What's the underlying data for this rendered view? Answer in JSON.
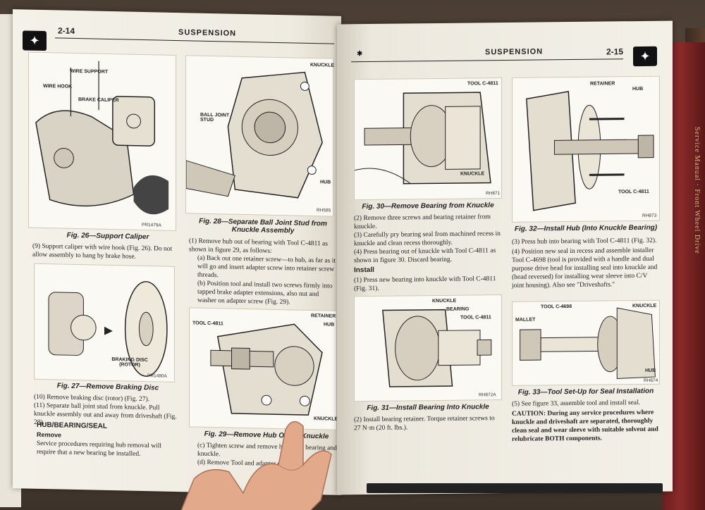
{
  "left_page": {
    "page_number": "2-14",
    "section": "SUSPENSION",
    "fig26": {
      "caption": "Fig. 26—Support Caliper",
      "labels": [
        "WIRE SUPPORT",
        "BRAKE CALIPER",
        "WIRE HOOK"
      ],
      "code": "PR1479A"
    },
    "para9": "(9) Support caliper with wire hook (Fig. 26). Do not allow assembly to hang by brake hose.",
    "fig27": {
      "caption": "Fig. 27—Remove Braking Disc",
      "labels": [
        "BRAKING DISC (ROTOR)"
      ],
      "code": "PR1480A"
    },
    "para10": "(10) Remove braking disc (rotor) (Fig. 27).",
    "para11": "(11) Separate ball joint stud from knuckle. Pull knuckle assembly out and away from driveshaft (Fig. 28).",
    "heading_hub": "HUB/BEARING/SEAL",
    "heading_remove": "Remove",
    "remove_text": "Service procedures requiring hub removal will require that a new bearing be installed.",
    "fig28": {
      "caption": "Fig. 28—Separate Ball Joint Stud from Knuckle Assembly",
      "labels": [
        "KNUCKLE",
        "BALL JOINT STUD",
        "HUB"
      ],
      "code": "RH585"
    },
    "para1": "(1) Remove hub out of bearing with Tool C-4811 as shown in figure 29, as follows:",
    "para_a": "(a) Back out one retainer screw—to hub, as far as it will go and insert adapter screw into retainer screw threads.",
    "para_b": "(b) Position tool and install two screws firmly into tapped brake adapter extensions, also nut and washer on adapter screw (Fig. 29).",
    "fig29": {
      "caption": "Fig. 29—Remove Hub Out of Knuckle",
      "labels": [
        "TOOL C-4811",
        "RETAINER",
        "HUB",
        "KNUCKLE"
      ]
    },
    "para_c": "(c) Tighten screw and remove hub from bearing and knuckle.",
    "para_d": "(d) Remove Tool and adapter screws."
  },
  "right_page": {
    "page_number": "2-15",
    "section": "SUSPENSION",
    "fig30": {
      "caption": "Fig. 30—Remove Bearing from Knuckle",
      "labels": [
        "TOOL C-4811",
        "KNUCKLE"
      ],
      "code": "RH871"
    },
    "para2": "(2) Remove three screws and bearing retainer from knuckle.",
    "para3": "(3) Carefully pry bearing seal from machined recess in knuckle and clean recess thoroughly.",
    "para4": "(4) Press bearing out of knuckle with Tool C-4811 as shown in figure 30. Discard bearing.",
    "heading_install": "Install",
    "install1": "(1) Press new bearing into knuckle with Tool C-4811 (Fig. 31).",
    "fig31": {
      "caption": "Fig. 31—Install Bearing Into Knuckle",
      "labels": [
        "KNUCKLE",
        "BEARING",
        "TOOL C-4811"
      ],
      "code": "RH872A"
    },
    "install2": "(2) Install bearing retainer. Torque retainer screws to 27 N·m (20 ft. lbs.).",
    "fig32": {
      "caption": "Fig. 32—Install Hub (Into Knuckle Bearing)",
      "labels": [
        "RETAINER",
        "HUB",
        "TOOL C-4811"
      ],
      "code": "RH873"
    },
    "install3": "(3) Press hub into bearing with Tool C-4811 (Fig. 32).",
    "install4": "(4) Position new seal in recess and assemble installer Tool C-4698 (tool is provided with a handle and dual purpose drive head for installing seal into knuckle and (head reversed) for installing wear sleeve into C/V joint housing). Also see \"Driveshafts.\"",
    "fig33": {
      "caption": "Fig. 33—Tool Set-Up for Seal Installation",
      "labels": [
        "TOOL C-4698",
        "MALLET",
        "KNUCKLE",
        "HUB"
      ],
      "code": "RH874"
    },
    "install5": "(5) See figure 33, assemble tool and install seal.",
    "caution": "CAUTION: During any service procedures where knuckle and driveshaft are separated, thoroughly clean seal and wear sleeve with suitable solvent and relubricate BOTH components."
  },
  "spine": {
    "text": "Service Manual · Front Wheel Drive"
  },
  "colors": {
    "paper": "#f3efe6",
    "ink": "#222222",
    "binder": "#7a2424"
  }
}
